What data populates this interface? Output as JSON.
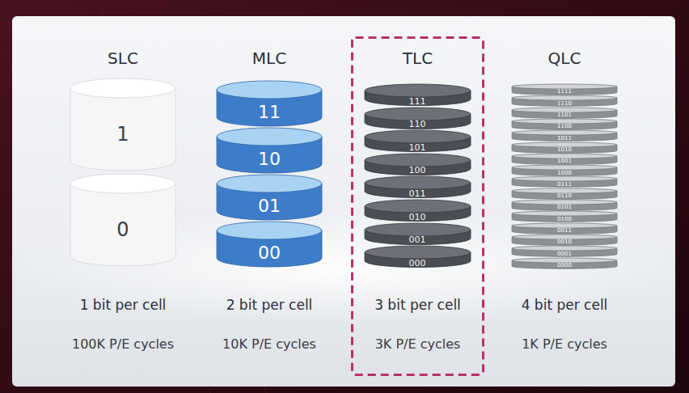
{
  "diagram": {
    "nodes": [
      {
        "text": [
          "1"
        ]
      },
      {
        "text": [
          "0"
        ]
      },
      {
        "text": [
          "11"
        ]
      },
      {
        "text": [
          "10"
        ]
      },
      {
        "text": [
          "01"
        ]
      },
      {
        "text": [
          "00"
        ]
      },
      {
        "text": [
          "TLC",
          "3 bit per cell",
          "3K P/E cycles"
        ]
      },
      {
        "text": [
          "111"
        ],
        "in": 6
      },
      {
        "text": [
          "110"
        ],
        "in": 6
      },
      {
        "text": [
          "101"
        ],
        "in": 6
      },
      {
        "text": [
          "100"
        ],
        "in": 6
      },
      {
        "text": [
          "011"
        ],
        "in": 6
      },
      {
        "text": [
          "010"
        ],
        "in": 6
      },
      {
        "text": [
          "001"
        ],
        "in": 6
      },
      {
        "text": [
          "000"
        ],
        "in": 6
      },
      {
        "text": [
          "1111"
        ]
      },
      {
        "text": [
          "1110"
        ]
      },
      {
        "text": [
          "1101"
        ]
      },
      {
        "text": [
          "1100"
        ]
      },
      {
        "text": [
          "1011"
        ]
      },
      {
        "text": [
          "1010"
        ]
      },
      {
        "text": [
          "1001"
        ]
      },
      {
        "text": [
          "1000"
        ]
      },
      {
        "text": [
          "0111"
        ]
      },
      {
        "text": [
          "0110"
        ]
      },
      {
        "text": [
          "0101"
        ]
      },
      {
        "text": [
          "0100"
        ]
      },
      {
        "text": [
          "0011"
        ]
      },
      {
        "text": [
          "0010"
        ]
      },
      {
        "text": [
          "0001"
        ]
      },
      {
        "text": [
          "0000"
        ]
      }
    ],
    "labels": [
      "SLC",
      "1 bit per cell",
      "100K P/E cycles",
      "MLC",
      "2 bit per cell",
      "10K P/E cycles",
      "QLC",
      "4 bit per cell",
      "1K P/E cycles"
    ]
  }
}
